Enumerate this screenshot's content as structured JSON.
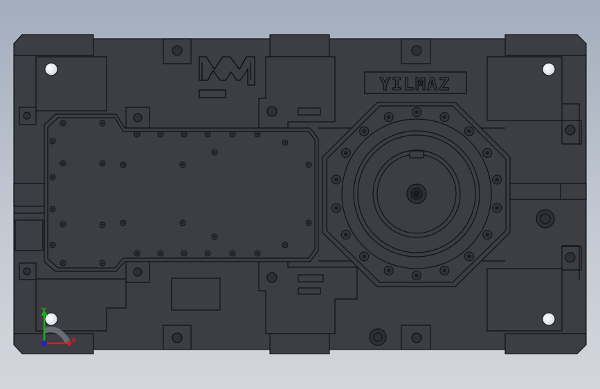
{
  "brand": {
    "name": "YILMAZ"
  },
  "triad": {
    "x_label": "X",
    "y_label": "Y"
  },
  "colors": {
    "background_top": "#a3adbc",
    "background_bottom": "#d3d6dc",
    "body_fill": "#3c3e43",
    "edge_line": "#111216",
    "axis_x": "#e01b1b",
    "axis_y": "#18b118",
    "axis_z": "#2222cc"
  }
}
